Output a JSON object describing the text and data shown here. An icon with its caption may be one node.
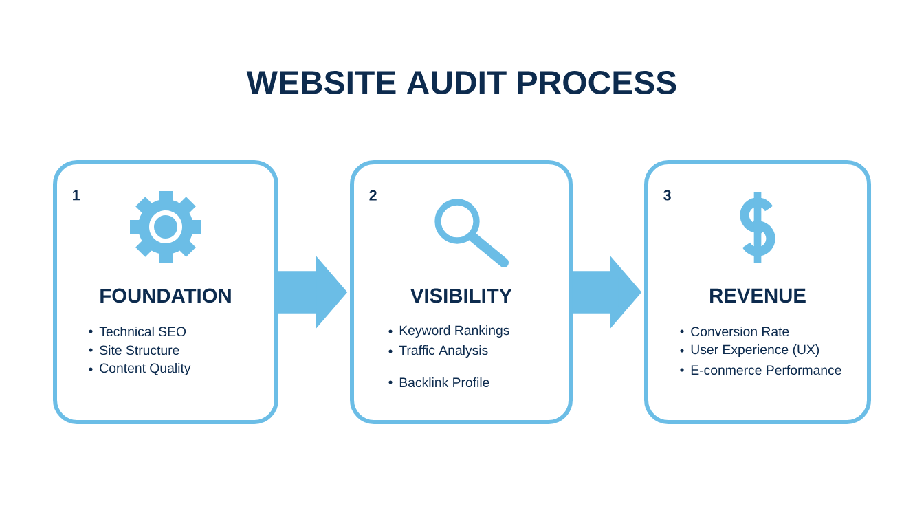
{
  "diagram": {
    "title": "WEBSITE AUDIT PROCESS",
    "nodes": [
      {
        "text": [
          "1",
          "FOUNDATION",
          "Technical SEO",
          "Site Structure",
          "Content Quality"
        ]
      },
      {
        "text": [
          "2",
          "VISIBILITY",
          "Keyword Rankings",
          "Traffic Analysis",
          "Backlink Profile"
        ]
      },
      {
        "text": [
          "3",
          "REVENUE",
          "Conversion Rate",
          "User Experience (UX)",
          "E-conmerce Performance"
        ]
      }
    ],
    "edges": [
      {
        "from": 0,
        "to": 1,
        "arrow": "to"
      },
      {
        "from": 1,
        "to": 2,
        "arrow": "to"
      }
    ]
  }
}
